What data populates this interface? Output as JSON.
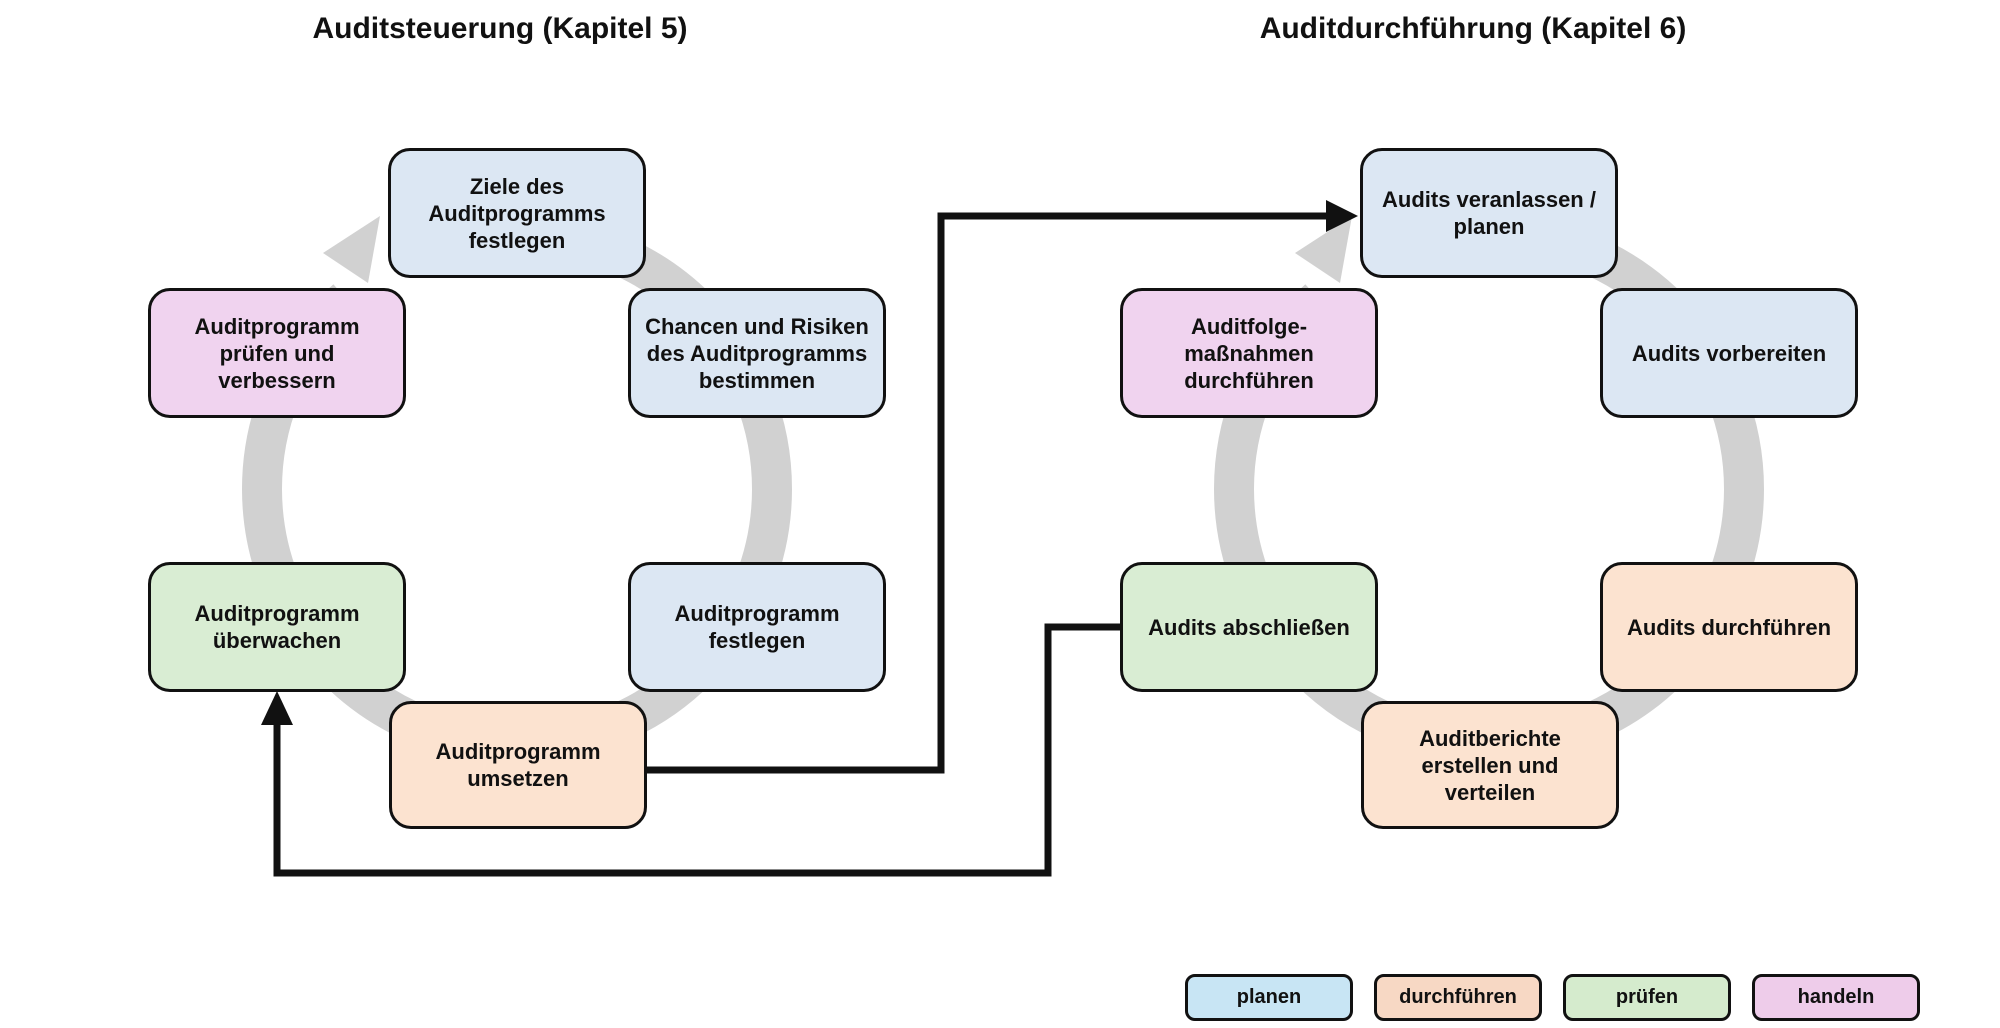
{
  "colors": {
    "node_planen": "#dce7f3",
    "node_durchfuehren": "#fce3d0",
    "node_pruefen": "#d9edd3",
    "node_handeln": "#f0d3ef",
    "legend_planen": "#c8e5f4",
    "legend_durchfuehren": "#f7d8c4",
    "legend_pruefen": "#d5ebcd",
    "legend_handeln": "#eeccea",
    "ring_gray": "#d1d1d1",
    "connector_black": "#111111"
  },
  "cycles": [
    {
      "title": "Auditsteuerung (Kapitel 5)",
      "steps": [
        {
          "label": "Ziele des Auditprogramms festlegen",
          "category": "planen",
          "lines": [
            "Ziele des",
            "Auditprogramms",
            "festlegen"
          ]
        },
        {
          "label": "Chancen und Risiken des Auditprogramms bestimmen",
          "category": "planen",
          "lines": [
            "Chancen und Risiken",
            "des Auditprogramms",
            "bestimmen"
          ]
        },
        {
          "label": "Auditprogramm festlegen",
          "category": "planen",
          "lines": [
            "Auditprogramm",
            "festlegen"
          ]
        },
        {
          "label": "Auditprogramm umsetzen",
          "category": "durchführen",
          "lines": [
            "Auditprogramm",
            "umsetzen"
          ]
        },
        {
          "label": "Auditprogramm überwachen",
          "category": "prüfen",
          "lines": [
            "Auditprogramm",
            "überwachen"
          ]
        },
        {
          "label": "Auditprogramm prüfen und verbessern",
          "category": "handeln",
          "lines": [
            "Auditprogramm",
            "prüfen und",
            "verbessern"
          ]
        }
      ]
    },
    {
      "title": "Auditdurchführung (Kapitel 6)",
      "steps": [
        {
          "label": "Audits veranlassen / planen",
          "category": "planen",
          "lines": [
            "Audits veranlassen /",
            "planen"
          ]
        },
        {
          "label": "Audits vorbereiten",
          "category": "planen",
          "lines": [
            "Audits vorbereiten"
          ]
        },
        {
          "label": "Audits durchführen",
          "category": "durchführen",
          "lines": [
            "Audits durchführen"
          ]
        },
        {
          "label": "Auditberichte erstellen und verteilen",
          "category": "durchführen",
          "lines": [
            "Auditberichte",
            "erstellen und",
            "verteilen"
          ]
        },
        {
          "label": "Audits abschließen",
          "category": "prüfen",
          "lines": [
            "Audits abschließen"
          ]
        },
        {
          "label": "Auditfolge-maßnahmen durchführen",
          "category": "handeln",
          "lines": [
            "Auditfolge-",
            "maßnahmen",
            "durchführen"
          ]
        }
      ]
    }
  ],
  "legend": {
    "items": [
      {
        "label": "planen"
      },
      {
        "label": "durchführen"
      },
      {
        "label": "prüfen"
      },
      {
        "label": "handeln"
      }
    ]
  }
}
